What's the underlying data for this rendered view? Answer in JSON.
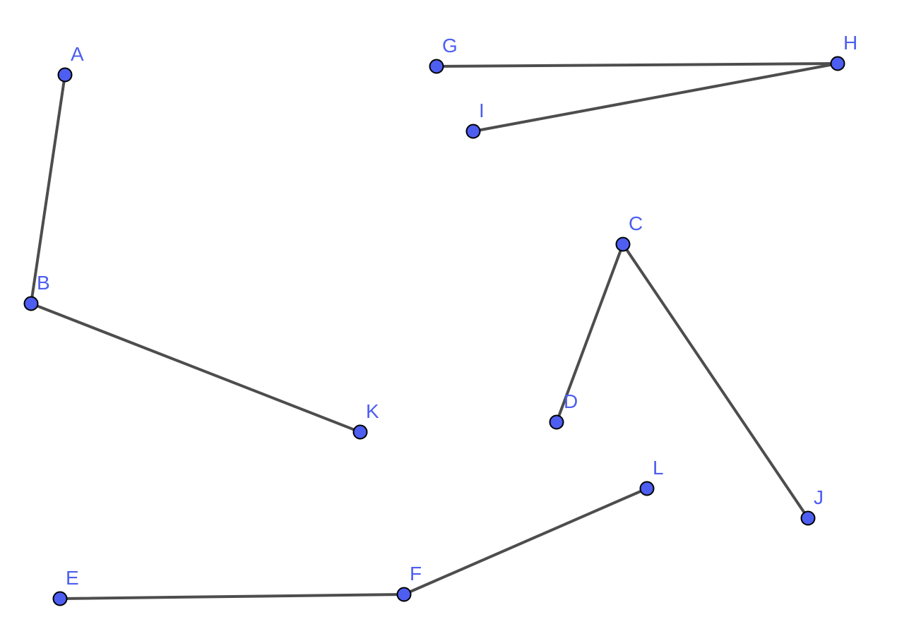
{
  "colors": {
    "point_fill": "#4d5ef0",
    "label": "#4d5ef0",
    "segment": "#4d4d4d"
  },
  "points": [
    {
      "name": "A"
    },
    {
      "name": "B"
    },
    {
      "name": "C"
    },
    {
      "name": "D"
    },
    {
      "name": "E"
    },
    {
      "name": "F"
    },
    {
      "name": "G"
    },
    {
      "name": "H"
    },
    {
      "name": "I"
    },
    {
      "name": "J"
    },
    {
      "name": "K"
    },
    {
      "name": "L"
    }
  ],
  "segments": [
    {
      "from": "A",
      "to": "B"
    },
    {
      "from": "B",
      "to": "K"
    },
    {
      "from": "G",
      "to": "H"
    },
    {
      "from": "H",
      "to": "I"
    },
    {
      "from": "C",
      "to": "D"
    },
    {
      "from": "C",
      "to": "J"
    },
    {
      "from": "E",
      "to": "F"
    },
    {
      "from": "F",
      "to": "L"
    }
  ]
}
